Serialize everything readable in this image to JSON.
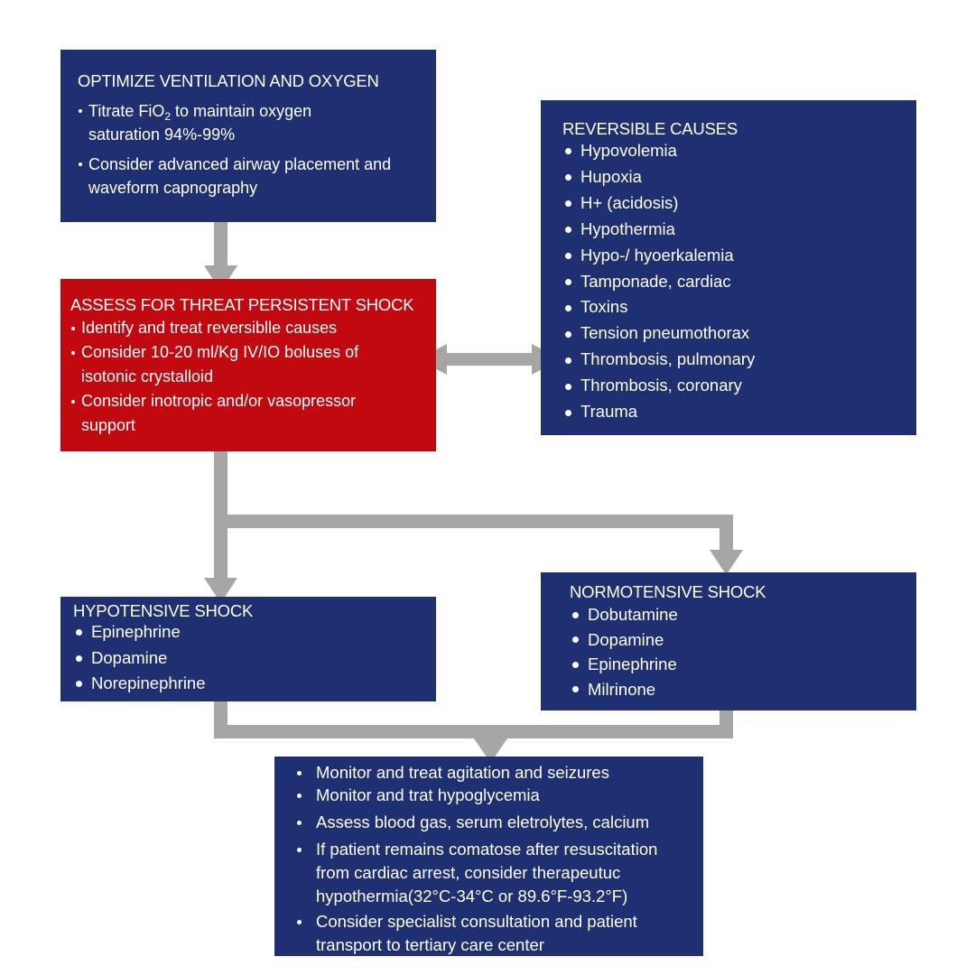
{
  "colors": {
    "navy": "#1e2f72",
    "red": "#c2090f",
    "arrow": "#a7a5a5",
    "background": "#ffffff"
  },
  "optimize": {
    "title": "OPTIMIZE VENTILATION AND OXYGEN",
    "items": [
      {
        "line1_pre": "Titrate FiO",
        "line1_sub": "2",
        "line1_post": " to maintain oxygen",
        "line2": "saturation 94%-99%"
      },
      {
        "line1": "Consider advanced airway placement and",
        "line2": "waveform capnography"
      }
    ]
  },
  "assess": {
    "title": "ASSESS FOR THREAT PERSISTENT SHOCK",
    "items": [
      {
        "line1": "Identify and treat reversiblle causes"
      },
      {
        "line1": "Consider 10-20 ml/Kg IV/IO boluses of",
        "line2": "isotonic crystalloid"
      },
      {
        "line1": "Consider inotropic and/or vasopressor",
        "line2": "support"
      }
    ]
  },
  "reversible": {
    "title": "REVERSIBLE CAUSES",
    "items": [
      "Hypovolemia",
      "Hupoxia",
      "H+ (acidosis)",
      "Hypothermia",
      "Hypo-/ hyoerkalemia",
      "Tamponade, cardiac",
      "Toxins",
      "Tension pneumothorax",
      "Thrombosis, pulmonary",
      "Thrombosis, coronary",
      "Trauma"
    ]
  },
  "hypotensive": {
    "title": "HYPOTENSIVE SHOCK",
    "items": [
      "Epinephrine",
      "Dopamine",
      "Norepinephrine"
    ]
  },
  "normotensive": {
    "title": "NORMOTENSIVE SHOCK",
    "items": [
      "Dobutamine",
      "Dopamine",
      "Epinephrine",
      "Milrinone"
    ]
  },
  "final": {
    "items": [
      {
        "lines": [
          "Monitor and treat agitation and seizures"
        ]
      },
      {
        "lines": [
          "Monitor and trat hypoglycemia"
        ]
      },
      {
        "lines": [
          "Assess blood gas, serum eletrolytes, calcium"
        ]
      },
      {
        "lines": [
          "If patient remains comatose after resuscitation",
          "from cardiac arrest, consider therapeutuc",
          "hypothermia(32°C-34°C or 89.6°F-93.2°F)"
        ]
      },
      {
        "lines": [
          "Consider specialist consultation and patient",
          "transport to tertiary care center"
        ]
      }
    ]
  }
}
